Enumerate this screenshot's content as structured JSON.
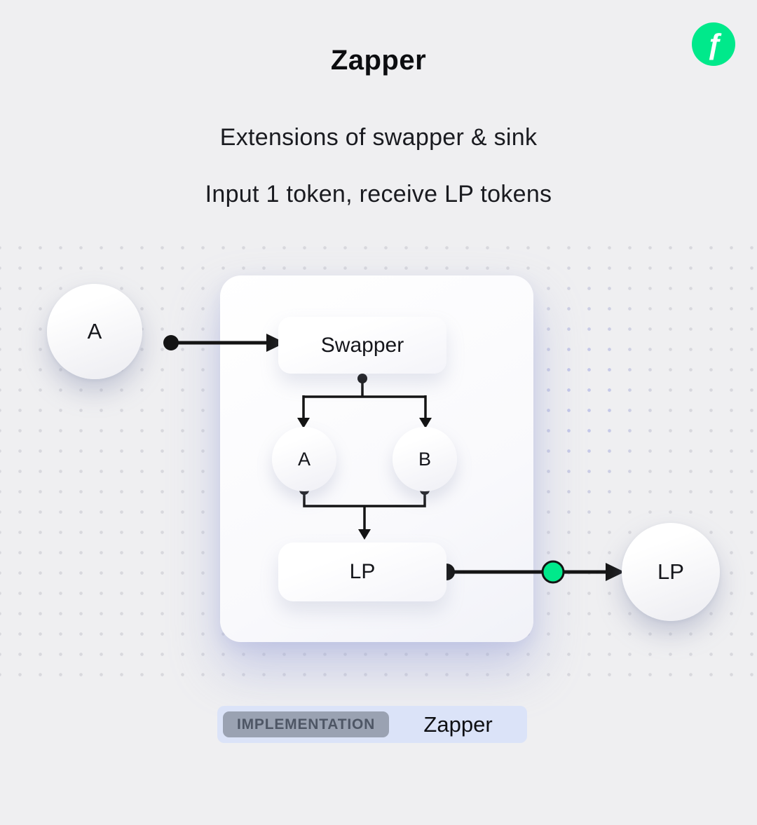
{
  "header": {
    "title": "Zapper",
    "subtitle_line1": "Extensions of swapper & sink",
    "subtitle_line2": "Input 1 token, receive LP tokens"
  },
  "logo": {
    "glyph": "ƒ"
  },
  "diagram": {
    "input_token_label": "A",
    "swapper_label": "Swapper",
    "token_a_label": "A",
    "token_b_label": "B",
    "lp_box_label": "LP",
    "output_token_label": "LP"
  },
  "footer": {
    "badge_label": "IMPLEMENTATION",
    "implementation_name": "Zapper"
  },
  "colors": {
    "accent_green": "#00e98b",
    "background": "#efeff1",
    "badge_background": "#dbe3f8",
    "pill_background": "#9aa2b2"
  }
}
